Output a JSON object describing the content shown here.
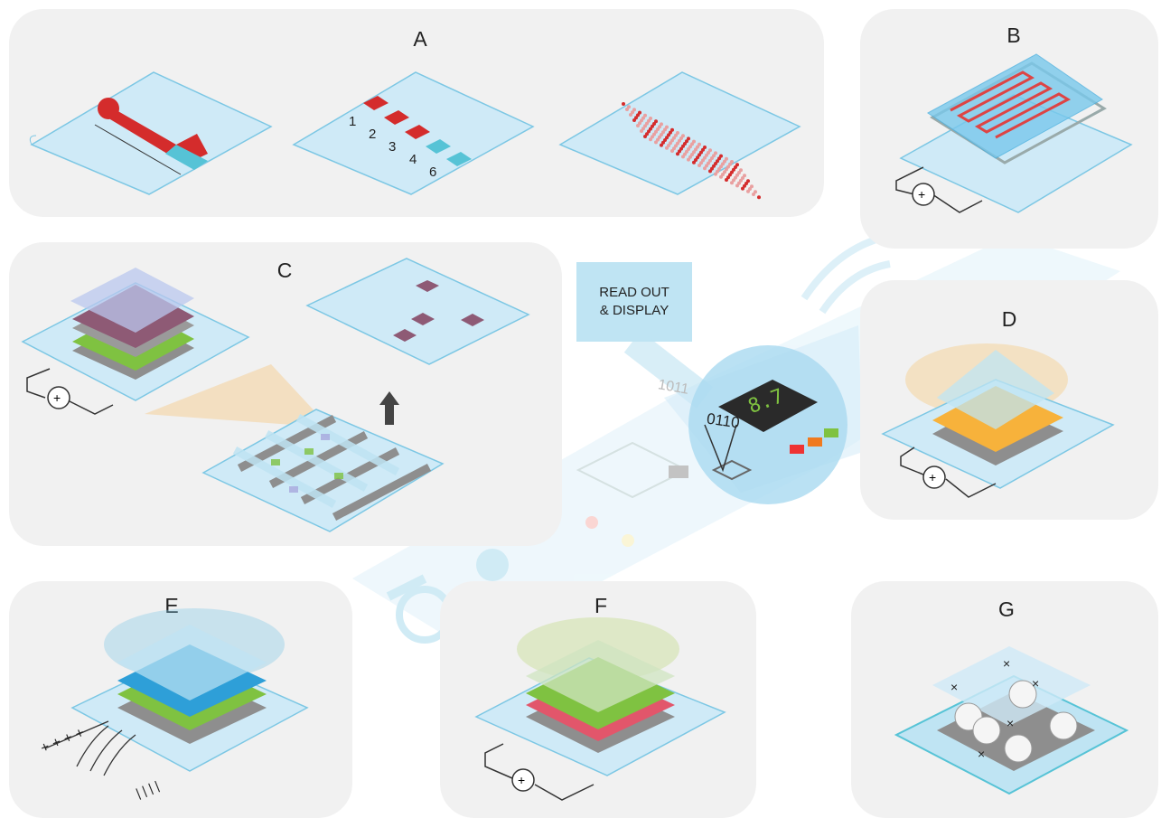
{
  "panels": {
    "a": {
      "label": "A",
      "numbers": [
        "1",
        "2",
        "3",
        "4",
        "6"
      ]
    },
    "b": {
      "label": "B"
    },
    "c": {
      "label": "C"
    },
    "d": {
      "label": "D"
    },
    "e": {
      "label": "E",
      "plus_marks": "+ + + +",
      "minus_marks": "| | | |"
    },
    "f": {
      "label": "F"
    },
    "g": {
      "label": "G"
    }
  },
  "readout": {
    "line1": "READ OUT",
    "line2": "& DISPLAY"
  },
  "device": {
    "binary_1": "1011",
    "binary_2": "0110",
    "display_value": "8.7"
  },
  "colors": {
    "panel_bg": "#f1f1f1",
    "paper": "#cfeaf7",
    "paper_edge": "#7cc7e4",
    "red": "#d42c2c",
    "teal": "#56c3d6",
    "purple": "#8e5a75",
    "green": "#7fc241",
    "orange": "#f7b23b",
    "blue": "#2e9fd8",
    "pink": "#e2566b",
    "gray": "#8e8e8e"
  }
}
